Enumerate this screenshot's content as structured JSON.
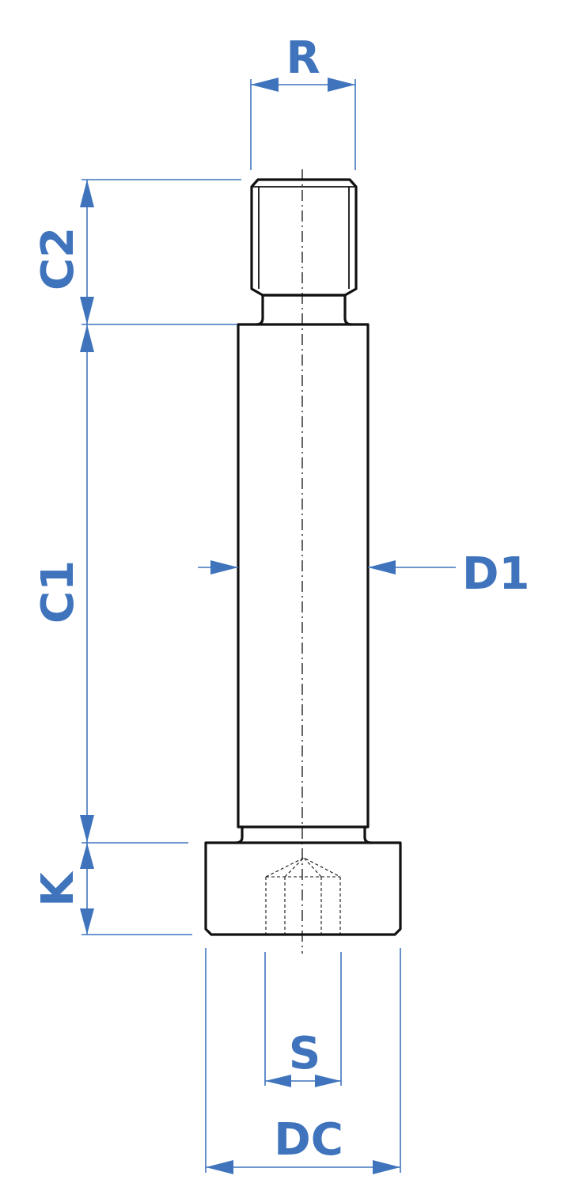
{
  "colors": {
    "dimension": "#3f74bd",
    "outline": "#111111",
    "background": "#ffffff"
  },
  "labels": {
    "r": "R",
    "c2": "C2",
    "c1": "C1",
    "d1": "D1",
    "k": "K",
    "s": "S",
    "dc": "DC"
  }
}
